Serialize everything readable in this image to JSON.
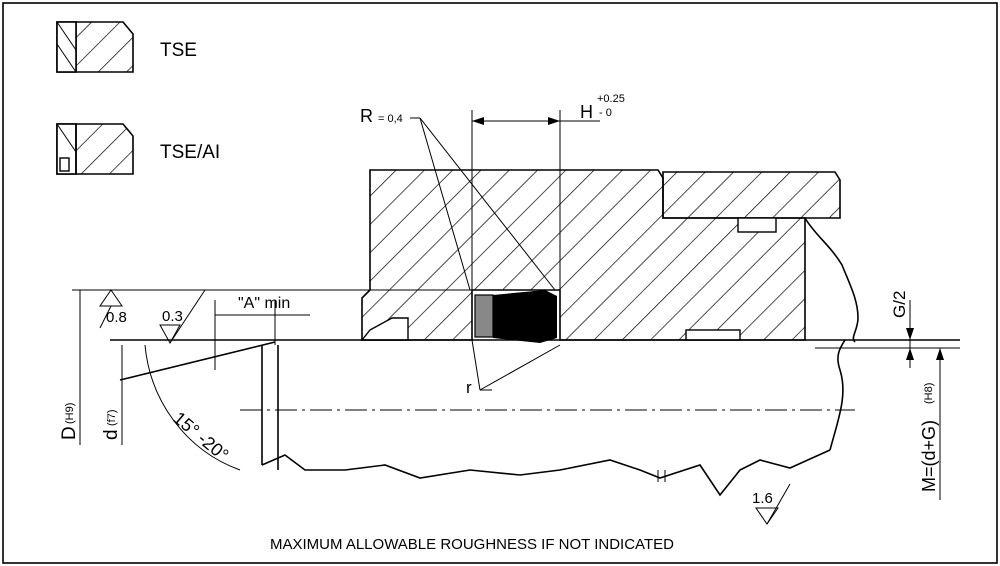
{
  "legend": {
    "tse_label": "TSE",
    "tse_ai_label": "TSE/AI"
  },
  "labels": {
    "radius_R": "R",
    "radius_R_value": "= 0,4",
    "groove_H": "H",
    "groove_H_tol_upper": "+0.25",
    "groove_H_tol_lower": "- 0",
    "chamfer_A": "\"A\" min",
    "rough_bore": "0.8",
    "rough_chamfer": "0.3",
    "rough_rod": "1.6",
    "rod_d": "d",
    "rod_d_tol": "(f7)",
    "bore_D": "D",
    "bore_D_tol": "(H9)",
    "gap": "G/2",
    "groove_M": "M=(d+G)",
    "groove_M_tol": "(H8)",
    "radius_r": "r",
    "angle": "15° -20°",
    "footer": "MAXIMUM ALLOWABLE ROUGHNESS IF NOT INDICATED"
  }
}
